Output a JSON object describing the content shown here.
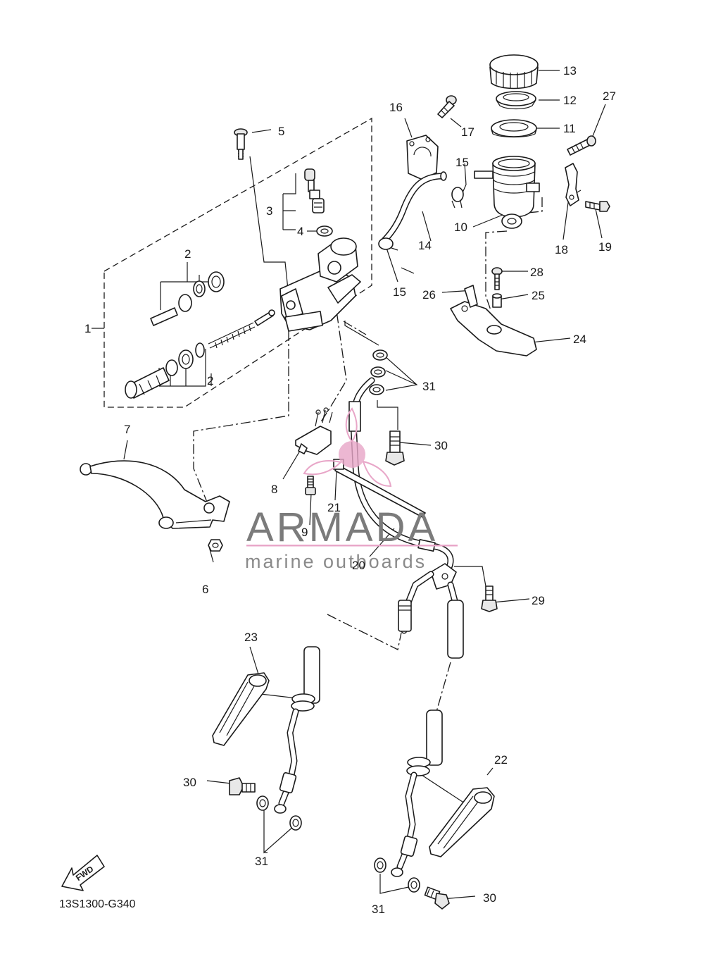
{
  "diagram": {
    "code": "13S1300-G340",
    "fwd_label": "FWD",
    "watermark": {
      "brand": "ARMADA",
      "tagline": "marine outboards",
      "accent": "#e8a6c8"
    },
    "callouts": [
      "1",
      "2",
      "2",
      "3",
      "4",
      "5",
      "6",
      "7",
      "8",
      "9",
      "10",
      "11",
      "12",
      "13",
      "14",
      "15",
      "15",
      "16",
      "17",
      "18",
      "19",
      "20",
      "21",
      "22",
      "23",
      "24",
      "25",
      "26",
      "27",
      "28",
      "29",
      "30",
      "30",
      "30",
      "31",
      "31",
      "31"
    ]
  }
}
